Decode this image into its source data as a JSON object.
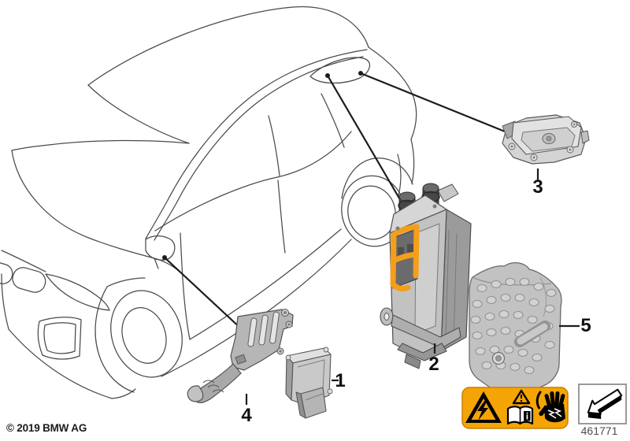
{
  "meta": {
    "copyright": "© 2019 BMW AG",
    "diagram_number": "461771"
  },
  "callouts": {
    "c1": {
      "label": "1"
    },
    "c2": {
      "label": "2"
    },
    "c3": {
      "label": "3"
    },
    "c4": {
      "label": "4"
    },
    "c5": {
      "label": "5"
    }
  },
  "colors": {
    "line": "#4a4a4a",
    "accent_orange": "#F59E19",
    "warning_yellow": "#F5A405"
  },
  "warning_label": {
    "symbols": [
      "high-voltage-triangle-icon",
      "read-manual-icon",
      "electric-shock-hand-icon"
    ]
  },
  "doc_box": {
    "icon": "removal-direction-arrow-icon"
  }
}
